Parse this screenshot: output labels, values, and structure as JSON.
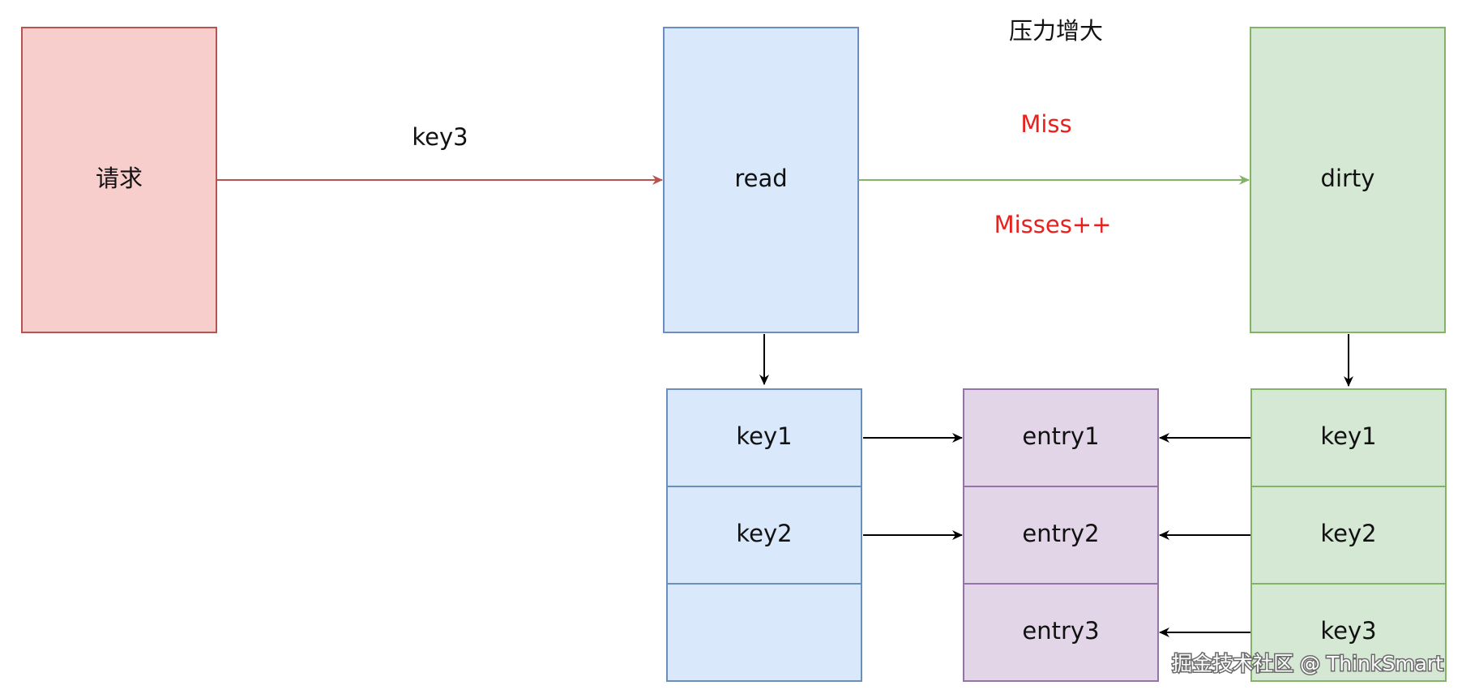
{
  "diagram": {
    "title": "压力增大",
    "nodes": {
      "request": "请求",
      "read": "read",
      "dirty": "dirty"
    },
    "edges": {
      "request_to_read": "key3",
      "read_to_dirty_top": "Miss",
      "read_to_dirty_bottom": "Misses++"
    },
    "read_keys": [
      "key1",
      "key2",
      ""
    ],
    "entries": [
      "entry1",
      "entry2",
      "entry3"
    ],
    "dirty_keys": [
      "key1",
      "key2",
      "key3"
    ],
    "watermark": "掘金技术社区 @ ThinkSmart"
  },
  "colors": {
    "request_fill": "#f8cecc",
    "request_stroke": "#b85450",
    "read_fill": "#dae8fc",
    "read_stroke": "#6c8ebf",
    "dirty_fill": "#d5e8d4",
    "dirty_stroke": "#82b366",
    "entry_fill": "#e1d5e7",
    "entry_stroke": "#9673a6",
    "miss_text": "#e8201e",
    "arrow_black": "#000000"
  }
}
